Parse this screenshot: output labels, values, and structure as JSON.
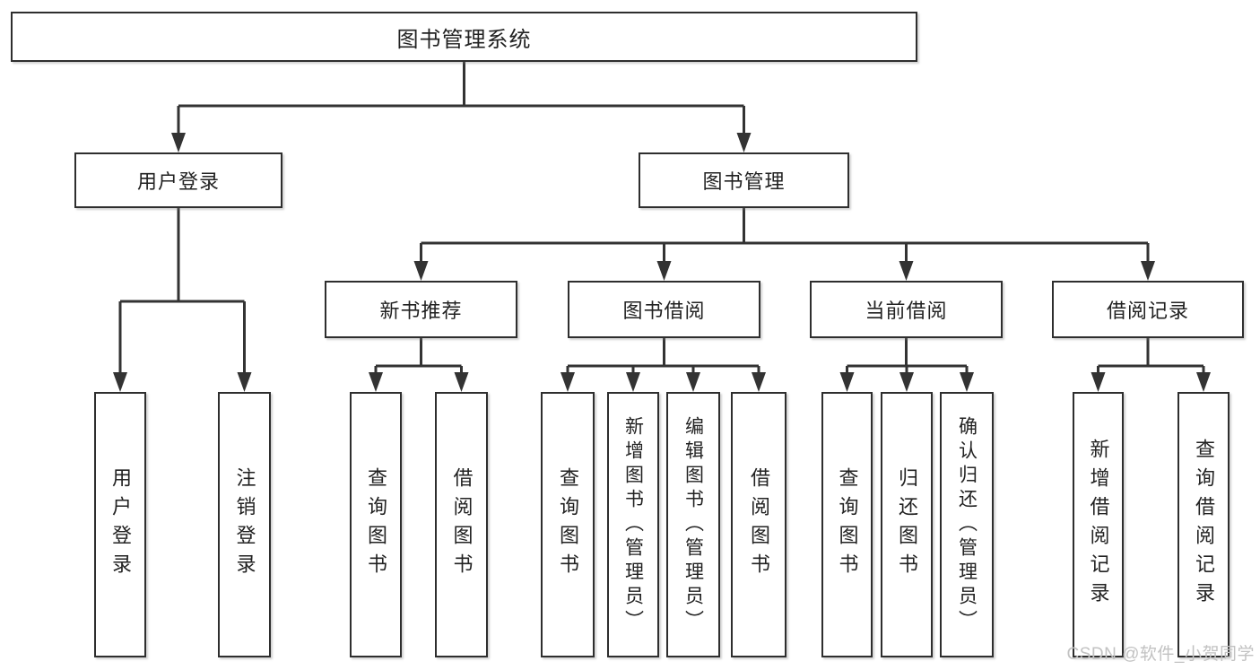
{
  "tree": {
    "label": "图书管理系统",
    "children": [
      {
        "label": "用户登录",
        "children": [
          {
            "label": "用户登录"
          },
          {
            "label": "注销登录"
          }
        ]
      },
      {
        "label": "图书管理",
        "children": [
          {
            "label": "新书推荐",
            "children": [
              {
                "label": "查询图书"
              },
              {
                "label": "借阅图书"
              }
            ]
          },
          {
            "label": "图书借阅",
            "children": [
              {
                "label": "查询图书"
              },
              {
                "label": "新增图书（管理员）"
              },
              {
                "label": "编辑图书（管理员）"
              },
              {
                "label": "借阅图书"
              }
            ]
          },
          {
            "label": "当前借阅",
            "children": [
              {
                "label": "查询图书"
              },
              {
                "label": "归还图书"
              },
              {
                "label": "确认归还（管理员）"
              }
            ]
          },
          {
            "label": "借阅记录",
            "children": [
              {
                "label": "新增借阅记录"
              },
              {
                "label": "查询借阅记录"
              }
            ]
          }
        ]
      }
    ]
  },
  "watermark": "CSDN @软件_小贺同学",
  "colors": {
    "line": "#333333",
    "box_border": "#2e2e2e",
    "text": "#222222",
    "watermark": "#c2c2c2",
    "background": "#ffffff"
  }
}
